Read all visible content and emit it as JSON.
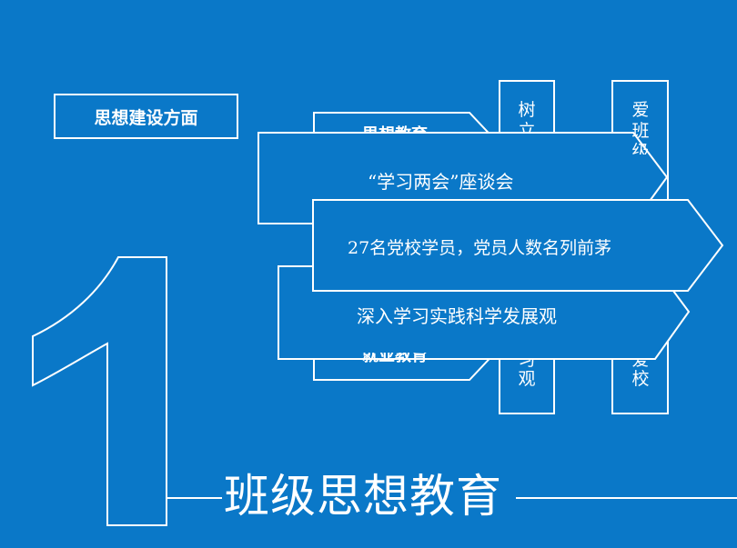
{
  "section_label": "思想建设方面",
  "section_title": "班级思想教育",
  "big_number": "1",
  "arrows": {
    "back_top": "思想教育",
    "back_bottom": "就业教育",
    "first": "“学习两会”座谈会",
    "second": "27名党校学员，党员人数名列前茅",
    "third": "深入学习实践科学发展观"
  },
  "pillar_left": {
    "top": [
      "树",
      "立"
    ],
    "bottom": [
      "习",
      "观"
    ]
  },
  "pillar_right": {
    "top": [
      "爱",
      "班",
      "级"
    ],
    "bottom": [
      "爱",
      "校"
    ]
  },
  "colors": {
    "background": "#0a78c8",
    "foreground": "#ffffff"
  }
}
